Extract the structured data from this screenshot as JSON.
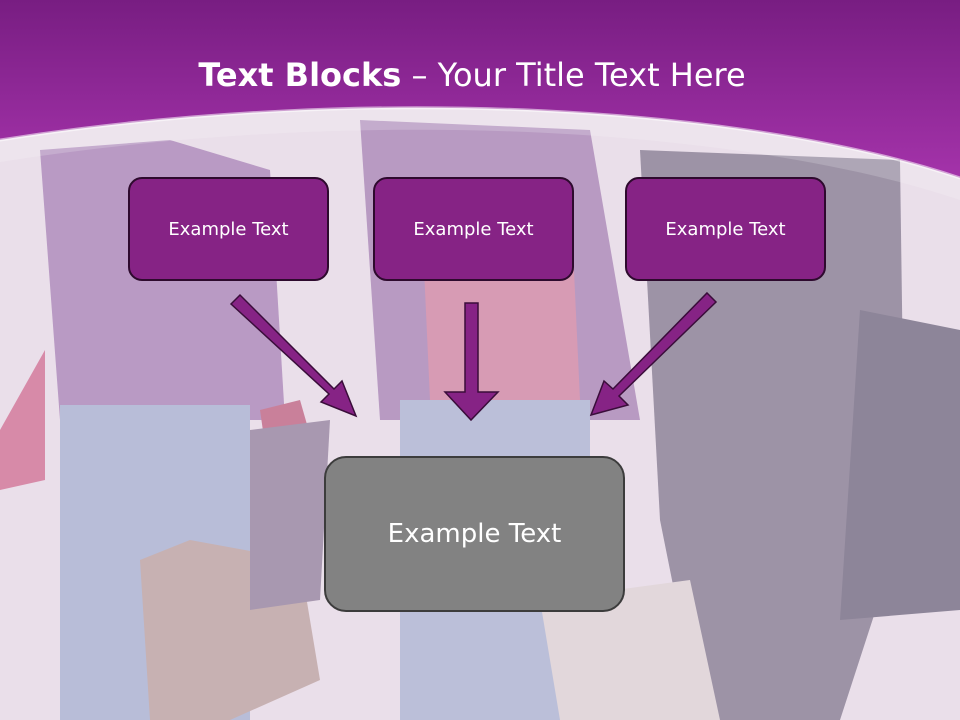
{
  "slide": {
    "title_bold": "Text Blocks",
    "title_dash": " – ",
    "title_rest": "Your Title Text Here",
    "boxes": [
      {
        "label": "Example Text"
      },
      {
        "label": "Example Text"
      },
      {
        "label": "Example Text"
      }
    ],
    "center_box": {
      "label": "Example Text"
    },
    "colors": {
      "header": "#8c2494",
      "box_fill": "#862385",
      "center_fill": "#828282",
      "arrow": "#862385"
    },
    "icons": [
      "arrow-down-right-icon",
      "arrow-down-icon",
      "arrow-down-left-icon"
    ]
  }
}
